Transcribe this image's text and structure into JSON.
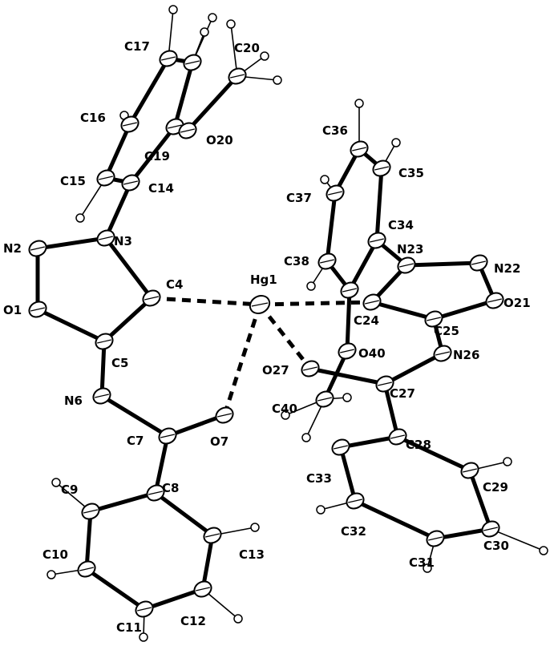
{
  "diagram": {
    "atoms": [
      {
        "id": "Hg1",
        "label": "Hg1",
        "type": "heavy"
      },
      {
        "id": "N2",
        "label": "N2",
        "type": "heavy"
      },
      {
        "id": "N3",
        "label": "N3",
        "type": "heavy"
      },
      {
        "id": "C4",
        "label": "C4",
        "type": "heavy"
      },
      {
        "id": "O1",
        "label": "O1",
        "type": "heavy"
      },
      {
        "id": "C5",
        "label": "C5",
        "type": "heavy"
      },
      {
        "id": "N6",
        "label": "N6",
        "type": "heavy"
      },
      {
        "id": "C7",
        "label": "C7",
        "type": "heavy"
      },
      {
        "id": "O7",
        "label": "O7",
        "type": "heavy"
      },
      {
        "id": "C8",
        "label": "C8",
        "type": "heavy"
      },
      {
        "id": "C9",
        "label": "C9",
        "type": "heavy"
      },
      {
        "id": "C10",
        "label": "C10",
        "type": "heavy"
      },
      {
        "id": "C11",
        "label": "C11",
        "type": "heavy"
      },
      {
        "id": "C12",
        "label": "C12",
        "type": "heavy"
      },
      {
        "id": "C13",
        "label": "C13",
        "type": "heavy"
      },
      {
        "id": "C14",
        "label": "C14",
        "type": "heavy"
      },
      {
        "id": "C15",
        "label": "C15",
        "type": "heavy"
      },
      {
        "id": "C16",
        "label": "C16",
        "type": "heavy"
      },
      {
        "id": "C17",
        "label": "C17",
        "type": "heavy"
      },
      {
        "id": "C18",
        "label": "",
        "type": "heavy"
      },
      {
        "id": "C19",
        "label": "C19",
        "type": "heavy"
      },
      {
        "id": "O20",
        "label": "O20",
        "type": "heavy"
      },
      {
        "id": "C20",
        "label": "C20",
        "type": "heavy"
      },
      {
        "id": "O21",
        "label": "O21",
        "type": "heavy"
      },
      {
        "id": "N22",
        "label": "N22",
        "type": "heavy"
      },
      {
        "id": "N23",
        "label": "N23",
        "type": "heavy"
      },
      {
        "id": "C24",
        "label": "C24",
        "type": "heavy"
      },
      {
        "id": "C25",
        "label": "C25",
        "type": "heavy"
      },
      {
        "id": "N26",
        "label": "N26",
        "type": "heavy"
      },
      {
        "id": "C27",
        "label": "C27",
        "type": "heavy"
      },
      {
        "id": "O27",
        "label": "O27",
        "type": "heavy"
      },
      {
        "id": "C28",
        "label": "C28",
        "type": "heavy"
      },
      {
        "id": "C29",
        "label": "C29",
        "type": "heavy"
      },
      {
        "id": "C30",
        "label": "C30",
        "type": "heavy"
      },
      {
        "id": "C31",
        "label": "C31",
        "type": "heavy"
      },
      {
        "id": "C32",
        "label": "C32",
        "type": "heavy"
      },
      {
        "id": "C33",
        "label": "C33",
        "type": "heavy"
      },
      {
        "id": "C34",
        "label": "C34",
        "type": "heavy"
      },
      {
        "id": "C35",
        "label": "C35",
        "type": "heavy"
      },
      {
        "id": "C36",
        "label": "C36",
        "type": "heavy"
      },
      {
        "id": "C37",
        "label": "C37",
        "type": "heavy"
      },
      {
        "id": "C38",
        "label": "C38",
        "type": "heavy"
      },
      {
        "id": "C39",
        "label": "",
        "type": "heavy"
      },
      {
        "id": "O40",
        "label": "O40",
        "type": "heavy"
      },
      {
        "id": "C40",
        "label": "C40",
        "type": "heavy"
      }
    ],
    "bonds": [
      [
        "N2",
        "N3"
      ],
      [
        "N2",
        "O1"
      ],
      [
        "O1",
        "C5"
      ],
      [
        "C5",
        "C4"
      ],
      [
        "C4",
        "N3"
      ],
      [
        "C5",
        "N6"
      ],
      [
        "N6",
        "C7"
      ],
      [
        "C7",
        "O7"
      ],
      [
        "C7",
        "C8"
      ],
      [
        "C8",
        "C9"
      ],
      [
        "C9",
        "C10"
      ],
      [
        "C10",
        "C11"
      ],
      [
        "C11",
        "C12"
      ],
      [
        "C12",
        "C13"
      ],
      [
        "C13",
        "C8"
      ],
      [
        "N3",
        "C14"
      ],
      [
        "C14",
        "C15"
      ],
      [
        "C15",
        "C16"
      ],
      [
        "C16",
        "C17"
      ],
      [
        "C17",
        "C18"
      ],
      [
        "C18",
        "C19"
      ],
      [
        "C19",
        "C14"
      ],
      [
        "C19",
        "O20"
      ],
      [
        "O20",
        "C20"
      ],
      [
        "N22",
        "N23"
      ],
      [
        "N22",
        "O21"
      ],
      [
        "O21",
        "C25"
      ],
      [
        "C25",
        "C24"
      ],
      [
        "C24",
        "N23"
      ],
      [
        "C25",
        "N26"
      ],
      [
        "N26",
        "C27"
      ],
      [
        "C27",
        "O27"
      ],
      [
        "C27",
        "C28"
      ],
      [
        "C28",
        "C29"
      ],
      [
        "C29",
        "C30"
      ],
      [
        "C30",
        "C31"
      ],
      [
        "C31",
        "C32"
      ],
      [
        "C32",
        "C33"
      ],
      [
        "C33",
        "C28"
      ],
      [
        "N23",
        "C34"
      ],
      [
        "C34",
        "C35"
      ],
      [
        "C35",
        "C36"
      ],
      [
        "C36",
        "C37"
      ],
      [
        "C37",
        "C38"
      ],
      [
        "C38",
        "C39"
      ],
      [
        "C39",
        "C34"
      ],
      [
        "C39",
        "O40"
      ],
      [
        "O40",
        "C40"
      ]
    ],
    "dashed_bonds": [
      [
        "C4",
        "Hg1"
      ],
      [
        "Hg1",
        "C24"
      ],
      [
        "Hg1",
        "O7"
      ],
      [
        "Hg1",
        "O27"
      ]
    ]
  }
}
